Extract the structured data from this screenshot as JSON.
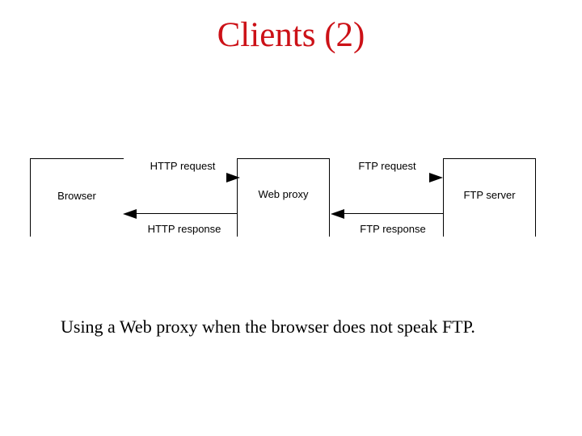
{
  "slide": {
    "title": "Clients (2)",
    "caption": "Using a Web proxy when the browser does not speak FTP."
  },
  "colors": {
    "background": "#ffffff",
    "title_text": "#cc1117",
    "diagram_line": "#000000",
    "diagram_text": "#000000"
  },
  "diagram": {
    "boxes": [
      {
        "id": "browser",
        "label": "Browser"
      },
      {
        "id": "web-proxy",
        "label": "Web proxy"
      },
      {
        "id": "ftp-server",
        "label": "FTP server"
      }
    ],
    "arrows": [
      {
        "id": "http-request",
        "label": "HTTP request",
        "from": "browser",
        "to": "web-proxy",
        "direction": "right"
      },
      {
        "id": "http-response",
        "label": "HTTP response",
        "from": "web-proxy",
        "to": "browser",
        "direction": "left"
      },
      {
        "id": "ftp-request",
        "label": "FTP request",
        "from": "web-proxy",
        "to": "ftp-server",
        "direction": "right"
      },
      {
        "id": "ftp-response",
        "label": "FTP response",
        "from": "ftp-server",
        "to": "web-proxy",
        "direction": "left"
      }
    ]
  }
}
